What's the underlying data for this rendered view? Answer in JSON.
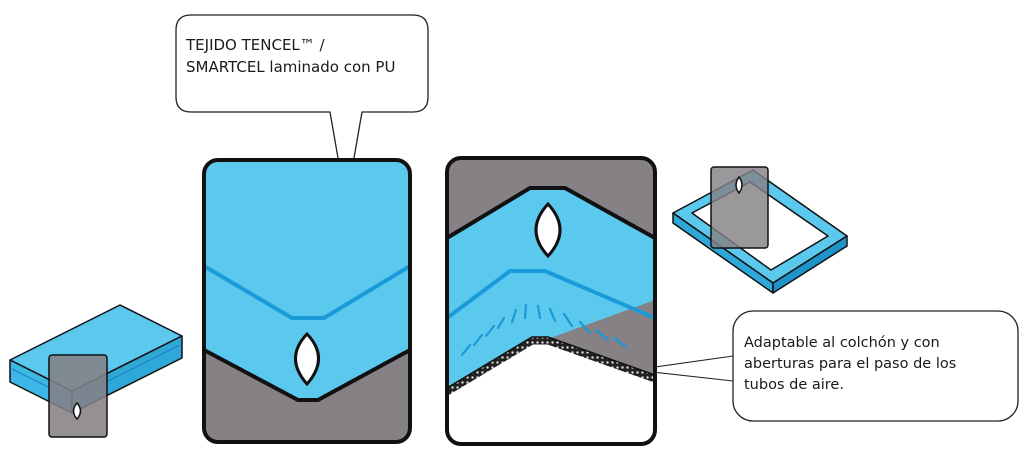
{
  "callouts": {
    "fabric": {
      "line1": "TEJIDO TENCEL™ /",
      "line2": "SMARTCEL laminado con PU"
    },
    "fit": {
      "line1": "Adaptable al colchón y con",
      "line2": "aberturas para el paso de los",
      "line3": "tubos de aire."
    }
  },
  "colors": {
    "fabric_blue": "#5bc8ee",
    "seam_blue": "#1a9ad8",
    "mattress_grey": "#858185",
    "outline": "#111111"
  },
  "icons": [
    "mattress-cover-icon",
    "bed-frame-icon",
    "air-tube-opening-icon"
  ]
}
